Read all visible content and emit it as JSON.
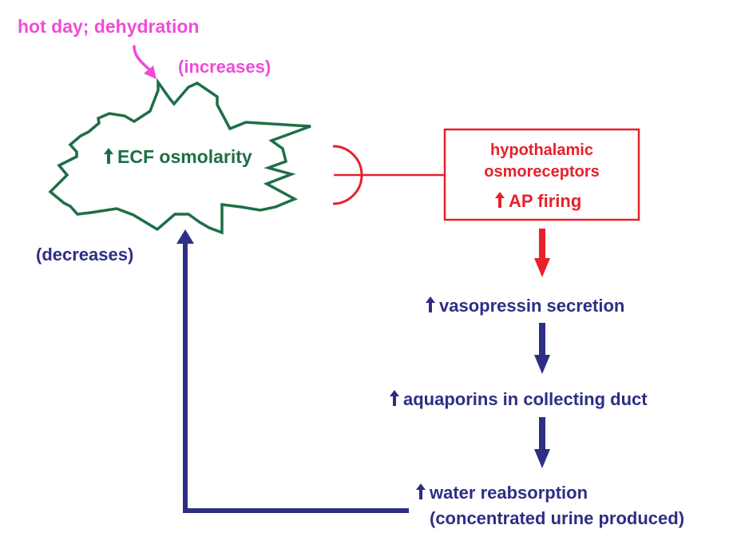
{
  "stimulus": {
    "text": "hot day; dehydration",
    "color": "#f04bd8"
  },
  "increases_note": {
    "text": "(increases)",
    "color": "#f04bd8"
  },
  "ecf": {
    "text": "ECF osmolarity",
    "color": "#1e6e46"
  },
  "decreases_note": {
    "text": "(decreases)",
    "color": "#2e2e86"
  },
  "receptor_box": {
    "line1": "hypothalamic",
    "line2": "osmoreceptors",
    "line3": "AP firing",
    "color": "#e8202a"
  },
  "steps": {
    "vasopressin": "vasopressin secretion",
    "aquaporins": "aquaporins in collecting duct",
    "water_line1": "water reabsorption",
    "water_line2": "(concentrated urine produced)",
    "color": "#2e2e86"
  },
  "icons": {
    "increase": "up-arrow-icon",
    "flow": "down-arrow-icon",
    "stimulus": "curved-arrow-icon",
    "feedback": "return-arrow-icon",
    "sensor": "receptor-cup-icon"
  }
}
